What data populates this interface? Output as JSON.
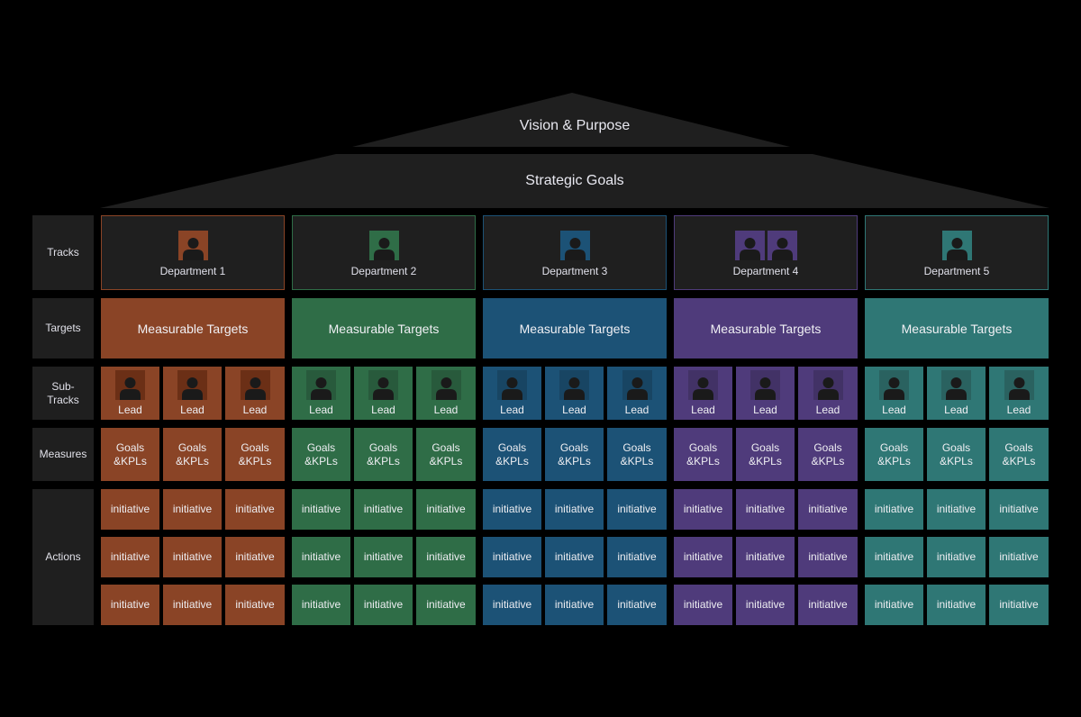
{
  "roof": {
    "vision_label": "Vision & Purpose",
    "strategic_label": "Strategic Goals"
  },
  "row_labels": {
    "tracks": "Tracks",
    "targets": "Targets",
    "subtracks": "Sub-\nTracks",
    "measures": "Measures",
    "actions": "Actions"
  },
  "departments": [
    {
      "name": "Department 1",
      "color": "#8a4426",
      "icon_color": "#6b2f16",
      "lead_icon_count": 1,
      "target": "Measurable Targets",
      "subtracks": [
        "Lead",
        "Lead",
        "Lead"
      ],
      "measures": [
        "Goals\n&KPLs",
        "Goals\n&KPLs",
        "Goals\n&KPLs"
      ],
      "actions": [
        [
          "initiative",
          "initiative",
          "initiative"
        ],
        [
          "initiative",
          "initiative",
          "initiative"
        ],
        [
          "initiative",
          "initiative",
          "initiative"
        ]
      ]
    },
    {
      "name": "Department 2",
      "color": "#2f6d47",
      "icon_color": "#285a3c",
      "lead_icon_count": 1,
      "target": "Measurable Targets",
      "subtracks": [
        "Lead",
        "Lead",
        "Lead"
      ],
      "measures": [
        "Goals\n&KPLs",
        "Goals\n&KPLs",
        "Goals\n&KPLs"
      ],
      "actions": [
        [
          "initiative",
          "initiative",
          "initiative"
        ],
        [
          "initiative",
          "initiative",
          "initiative"
        ],
        [
          "initiative",
          "initiative",
          "initiative"
        ]
      ]
    },
    {
      "name": "Department 3",
      "color": "#1c5276",
      "icon_color": "#184563",
      "lead_icon_count": 1,
      "target": "Measurable Targets",
      "subtracks": [
        "Lead",
        "Lead",
        "Lead"
      ],
      "measures": [
        "Goals\n&KPLs",
        "Goals\n&KPLs",
        "Goals\n&KPLs"
      ],
      "actions": [
        [
          "initiative",
          "initiative",
          "initiative"
        ],
        [
          "initiative",
          "initiative",
          "initiative"
        ],
        [
          "initiative",
          "initiative",
          "initiative"
        ]
      ]
    },
    {
      "name": "Department 4",
      "color": "#4f3b7b",
      "icon_color": "#423266",
      "lead_icon_count": 2,
      "target": "Measurable Targets",
      "subtracks": [
        "Lead",
        "Lead",
        "Lead"
      ],
      "measures": [
        "Goals\n&KPLs",
        "Goals\n&KPLs",
        "Goals\n&KPLs"
      ],
      "actions": [
        [
          "initiative",
          "initiative",
          "initiative"
        ],
        [
          "initiative",
          "initiative",
          "initiative"
        ],
        [
          "initiative",
          "initiative",
          "initiative"
        ]
      ]
    },
    {
      "name": "Department 5",
      "color": "#2f7775",
      "icon_color": "#2a6260",
      "lead_icon_count": 1,
      "target": "Measurable Targets",
      "subtracks": [
        "Lead",
        "Lead",
        "Lead"
      ],
      "measures": [
        "Goals\n&KPLs",
        "Goals\n&KPLs",
        "Goals\n&KPLs"
      ],
      "actions": [
        [
          "initiative",
          "initiative",
          "initiative"
        ],
        [
          "initiative",
          "initiative",
          "initiative"
        ],
        [
          "initiative",
          "initiative",
          "initiative"
        ]
      ]
    }
  ]
}
